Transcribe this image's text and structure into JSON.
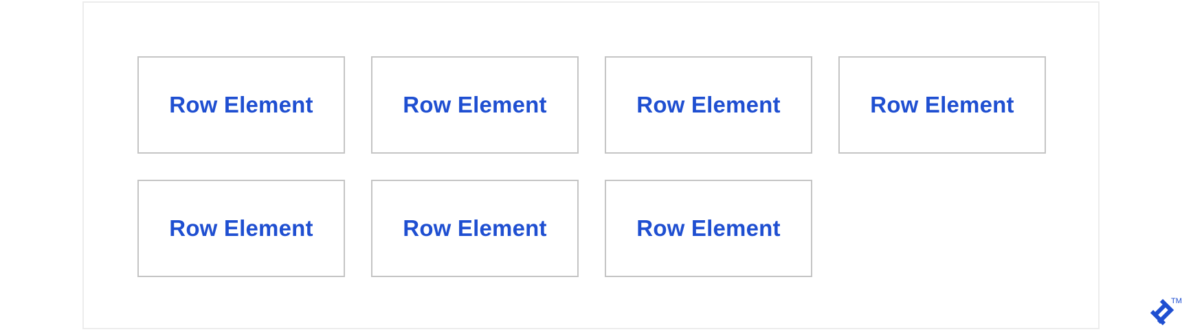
{
  "row_1": [
    {
      "label": "Row Element"
    },
    {
      "label": "Row Element"
    },
    {
      "label": "Row Element"
    },
    {
      "label": "Row Element"
    }
  ],
  "row_2": [
    {
      "label": "Row Element"
    },
    {
      "label": "Row Element"
    },
    {
      "label": "Row Element"
    }
  ],
  "logo": {
    "trademark": "TM",
    "icon": "toptal-logo-icon"
  },
  "colors": {
    "label_text": "#1f4fd1",
    "cell_border": "#c4c4c4",
    "container_border": "#ececec",
    "background": "#ffffff"
  }
}
